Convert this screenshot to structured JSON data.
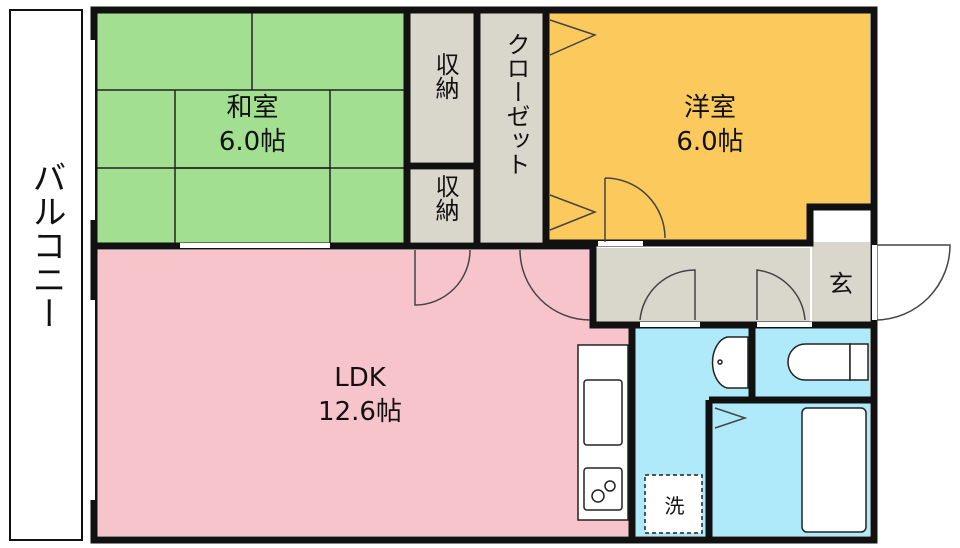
{
  "rooms": {
    "balcony": {
      "label": "バルコニー"
    },
    "washitsu": {
      "label": "和室",
      "size": "6.0帖"
    },
    "storage1": {
      "label": "収納"
    },
    "storage2": {
      "label": "収納"
    },
    "closet": {
      "label": "クローゼット"
    },
    "youshitsu": {
      "label": "洋室",
      "size": "6.0帖"
    },
    "ldk": {
      "label": "LDK",
      "size": "12.6帖"
    },
    "genkan": {
      "label": "玄"
    },
    "washer": {
      "label": "洗"
    }
  },
  "colors": {
    "washitsu": "#a3df90",
    "youshitsu": "#fcc95c",
    "ldk": "#f8c4cc",
    "storage": "#d9d7cc",
    "wet": "#aeeaf9",
    "wall": "#111111"
  }
}
